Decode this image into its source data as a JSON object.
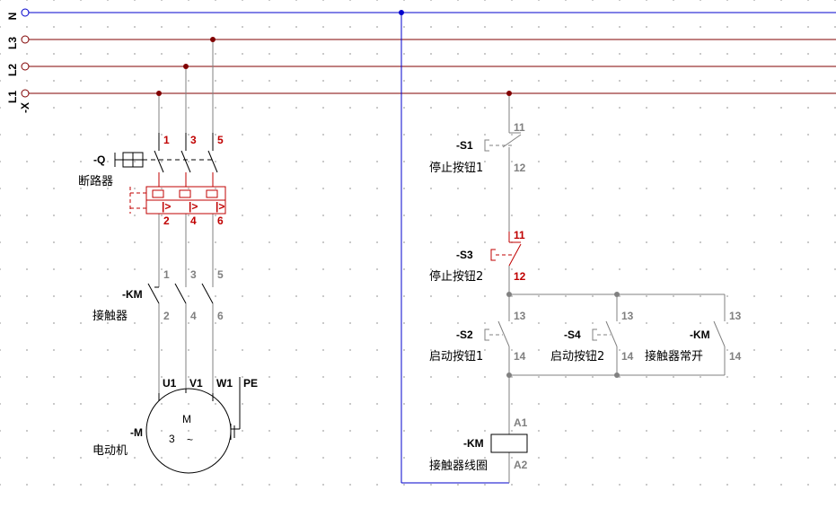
{
  "colors": {
    "neutral_line": "#0000cc",
    "phase_line": "#800000",
    "wire": "#808080",
    "breaker": "#c00000",
    "text": "#000000"
  },
  "bus": {
    "n_label": "N",
    "l3_label": "L3",
    "l2_label": "L2",
    "l1_label": "L1",
    "connector_tag": "-X"
  },
  "breaker": {
    "tag": "-Q",
    "name": "断路器",
    "top_terms": [
      "1",
      "3",
      "5"
    ],
    "bottom_terms": [
      "2",
      "4",
      "6"
    ]
  },
  "contactor_main": {
    "tag": "-KM",
    "name": "接触器",
    "top_terms": [
      "1",
      "3",
      "5"
    ],
    "bottom_terms": [
      "2",
      "4",
      "6"
    ]
  },
  "motor": {
    "tag": "-M",
    "name": "电动机",
    "symbol": "M",
    "phases": "3",
    "ac": "~",
    "terminals": [
      "U1",
      "V1",
      "W1",
      "PE"
    ]
  },
  "control": {
    "s1": {
      "tag": "-S1",
      "name": "停止按钮1",
      "t_top": "11",
      "t_bot": "12"
    },
    "s3": {
      "tag": "-S3",
      "name": "停止按钮2",
      "t_top": "11",
      "t_bot": "12"
    },
    "s2": {
      "tag": "-S2",
      "name": "启动按钮1",
      "t_top": "13",
      "t_bot": "14"
    },
    "s4": {
      "tag": "-S4",
      "name": "启动按钮2",
      "t_top": "13",
      "t_bot": "14"
    },
    "km_aux": {
      "tag": "-KM",
      "name": "接触器常开",
      "t_top": "13",
      "t_bot": "14"
    },
    "km_coil": {
      "tag": "-KM",
      "name": "接触器线圈",
      "t_top": "A1",
      "t_bot": "A2"
    }
  }
}
